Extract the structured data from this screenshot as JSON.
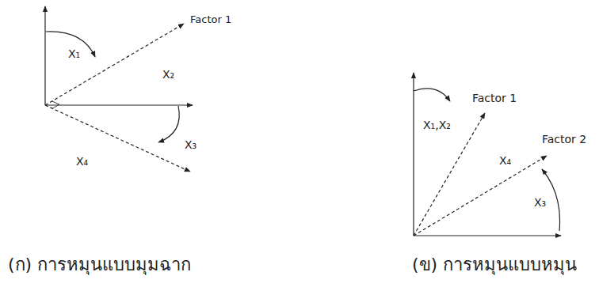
{
  "diagram": {
    "labels": [
      "Factor 1",
      "X₁",
      "X₂",
      "X₃",
      "X₄",
      "(ก) การหมุนแบบมุมฉาก",
      "Factor 1",
      "Factor 2",
      "X₁,X₂",
      "X₄",
      "X₃",
      "(ข) การหมุนแบบหมุน"
    ]
  }
}
